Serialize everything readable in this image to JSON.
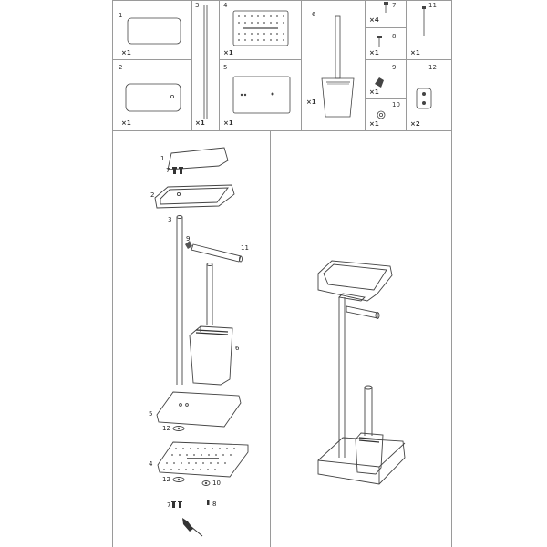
{
  "parts": [
    {
      "num": "1",
      "qty": "×1"
    },
    {
      "num": "2",
      "qty": "×1"
    },
    {
      "num": "3",
      "qty": "×1"
    },
    {
      "num": "4",
      "qty": "×1"
    },
    {
      "num": "5",
      "qty": "×1"
    },
    {
      "num": "6",
      "qty": "×1"
    },
    {
      "num": "7",
      "qty": "×4"
    },
    {
      "num": "8",
      "qty": "×1"
    },
    {
      "num": "9",
      "qty": "×1"
    },
    {
      "num": "10",
      "qty": "×1"
    },
    {
      "num": "11",
      "qty": "×1"
    },
    {
      "num": "12",
      "qty": "×2"
    }
  ],
  "assembly_labels": {
    "l1": "1",
    "l7": "7",
    "l2": "2",
    "l3": "3",
    "l9": "9",
    "l11": "11",
    "l6": "6",
    "l5": "5",
    "l12a": "12",
    "l4": "4",
    "l12b": "12",
    "l10": "10",
    "l7b": "7",
    "l8": "8"
  }
}
